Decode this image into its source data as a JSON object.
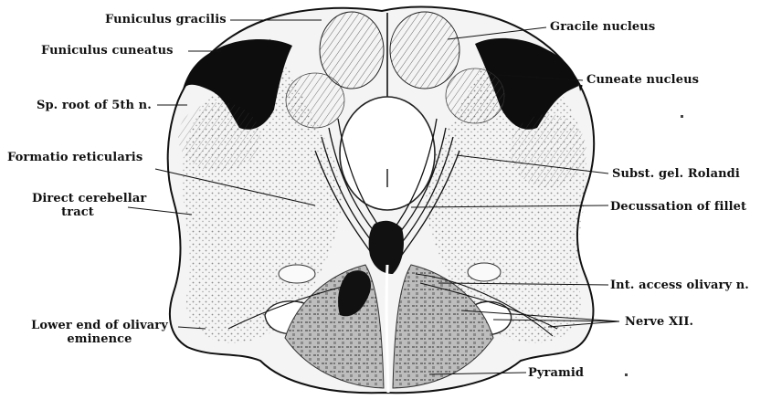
{
  "figure": {
    "type": "anatomical cross-section",
    "colors": {
      "ink": "#111111",
      "tissue": "#f2f2f2",
      "tract": "#0d0d0d",
      "pyramid": "#9a9a9a",
      "background": "#ffffff"
    }
  },
  "labels": {
    "funiculus_gracilis": "Funiculus gracilis",
    "funiculus_cuneatus": "Funiculus cuneatus",
    "sp_root_5th": "Sp. root of 5th n.",
    "formatio_reticularis": "Formatio reticularis",
    "direct_cerebellar_1": "Direct cerebellar",
    "direct_cerebellar_2": "tract",
    "lower_end_olivary_1": "Lower end of olivary",
    "lower_end_olivary_2": "eminence",
    "gracile_nucleus": "Gracile nucleus",
    "cuneate_nucleus": "Cuneate nucleus",
    "subst_gel_rolandi": "Subst. gel. Rolandi",
    "decussation_fillet": "Decussation of fillet",
    "int_access_olivary": "Int. access olivary n.",
    "nerve_xii": "Nerve XII.",
    "pyramid": "Pyramid"
  }
}
